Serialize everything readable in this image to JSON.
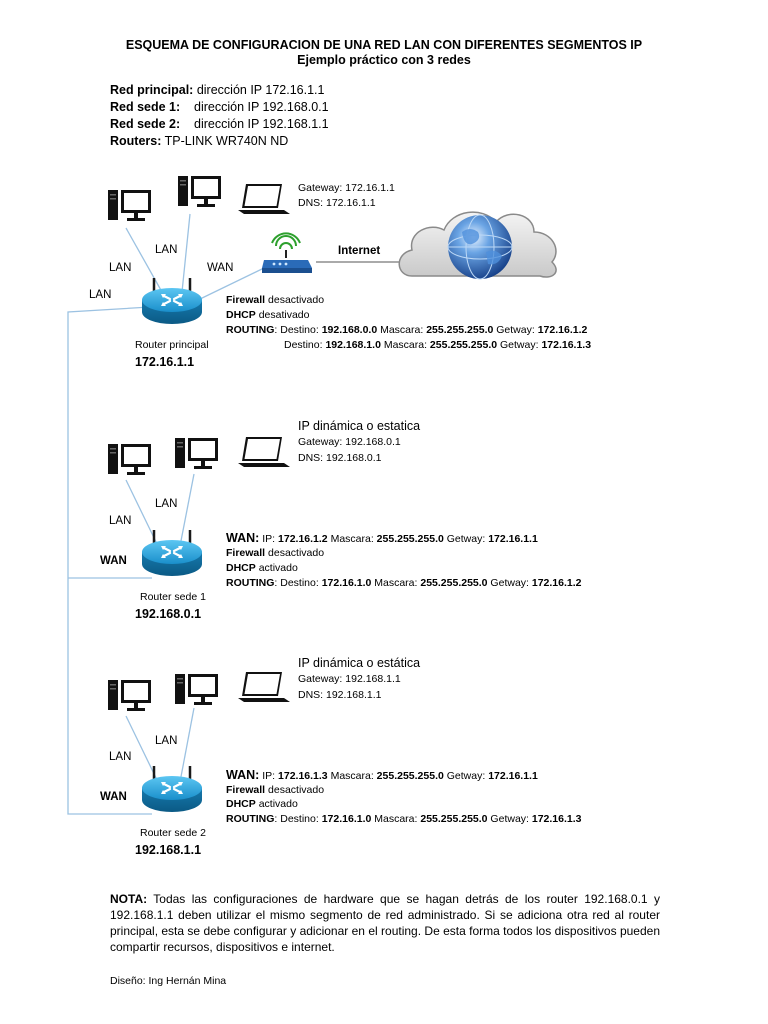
{
  "header": {
    "title": "ESQUEMA DE CONFIGURACION DE UNA RED LAN CON DIFERENTES SEGMENTOS IP",
    "subtitle": "Ejemplo práctico con 3 redes",
    "lines": [
      {
        "label": "Red principal:",
        "value": "dirección IP 172.16.1.1"
      },
      {
        "label": "Red sede 1:",
        "value": "dirección IP 192.168.0.1"
      },
      {
        "label": "Red sede 2:",
        "value": "dirección IP 192.168.1.1"
      },
      {
        "label": "Routers:",
        "value": "TP-LINK WR740N ND"
      }
    ]
  },
  "principal": {
    "gateway": "Gateway: 172.16.1.1",
    "dns": "DNS: 172.16.1.1",
    "internet": "Internet",
    "lan1": "LAN",
    "lan2": "LAN",
    "lan3": "LAN",
    "wan": "WAN",
    "firewall_key": "Firewall",
    "firewall_val": "desactivado",
    "dhcp_key": "DHCP",
    "dhcp_val": "desativado",
    "routing_key": "ROUTING",
    "route1": {
      "pre": ": Destino: ",
      "dest": "192.168.0.0",
      "m": " Mascara: ",
      "mask": "255.255.255.0",
      "g": " Getway: ",
      "gw": "172.16.1.2"
    },
    "route2": {
      "pre": "Destino: ",
      "dest": "192.168.1.0",
      "m": " Mascara: ",
      "mask": "255.255.255.0",
      "g": " Getway: ",
      "gw": "172.16.1.3"
    },
    "router_name": "Router principal",
    "router_ip": "172.16.1.1"
  },
  "sede1": {
    "ip_mode": "IP dinámica o estatica",
    "gateway": "Gateway: 192.168.0.1",
    "dns": "DNS: 192.168.0.1",
    "lan1": "LAN",
    "lan2": "LAN",
    "wan": "WAN",
    "wan_key": "WAN:",
    "wan_line": {
      "a": " IP: ",
      "ip": "172.16.1.2",
      "m": " Mascara: ",
      "mask": "255.255.255.0",
      "g": " Getway: ",
      "gw": "172.16.1.1"
    },
    "firewall_key": "Firewall",
    "firewall_val": "desactivado",
    "dhcp_key": "DHCP",
    "dhcp_val": "activado",
    "routing_key": "ROUTING",
    "route": {
      "pre": ": Destino: ",
      "dest": "172.16.1.0",
      "m": " Mascara: ",
      "mask": "255.255.255.0",
      "g": " Getway: ",
      "gw": "172.16.1.2"
    },
    "router_name": "Router sede 1",
    "router_ip": "192.168.0.1"
  },
  "sede2": {
    "ip_mode": "IP dinámica o estática",
    "gateway": "Gateway: 192.168.1.1",
    "dns": "DNS: 192.168.1.1",
    "lan1": "LAN",
    "lan2": "LAN",
    "wan": "WAN",
    "wan_key": "WAN:",
    "wan_line": {
      "a": " IP: ",
      "ip": "172.16.1.3",
      "m": " Mascara: ",
      "mask": "255.255.255.0",
      "g": " Getway: ",
      "gw": "172.16.1.1"
    },
    "firewall_key": "Firewall",
    "firewall_val": "desactivado",
    "dhcp_key": "DHCP",
    "dhcp_val": "activado",
    "routing_key": "ROUTING",
    "route": {
      "pre": ": Destino: ",
      "dest": "172.16.1.0",
      "m": " Mascara: ",
      "mask": "255.255.255.0",
      "g": " Getway: ",
      "gw": "172.16.1.3"
    },
    "router_name": "Router sede 2",
    "router_ip": "192.168.1.1"
  },
  "note": {
    "label": "NOTA:",
    "text": " Todas las configuraciones de hardware que se hagan detrás de los router 192.168.0.1 y 192.168.1.1 deben utilizar el mismo segmento de red administrado. Si se adiciona otra red al router principal, esta se debe configurar y adicionar en el routing. De esta forma todos los dispositivos pueden compartir recursos, dispositivos e internet."
  },
  "footer": "Diseño: Ing Hernán Mina",
  "colors": {
    "router": "#1f9fd6",
    "router_dark": "#0d6c9c",
    "link": "#8ab4d8",
    "cloud": "#e6e6e6",
    "globe": "#1b4e9b"
  },
  "icons": [
    "desktop-computer-icon",
    "laptop-icon",
    "router-icon",
    "wifi-modem-icon",
    "internet-cloud-icon",
    "globe-icon"
  ]
}
